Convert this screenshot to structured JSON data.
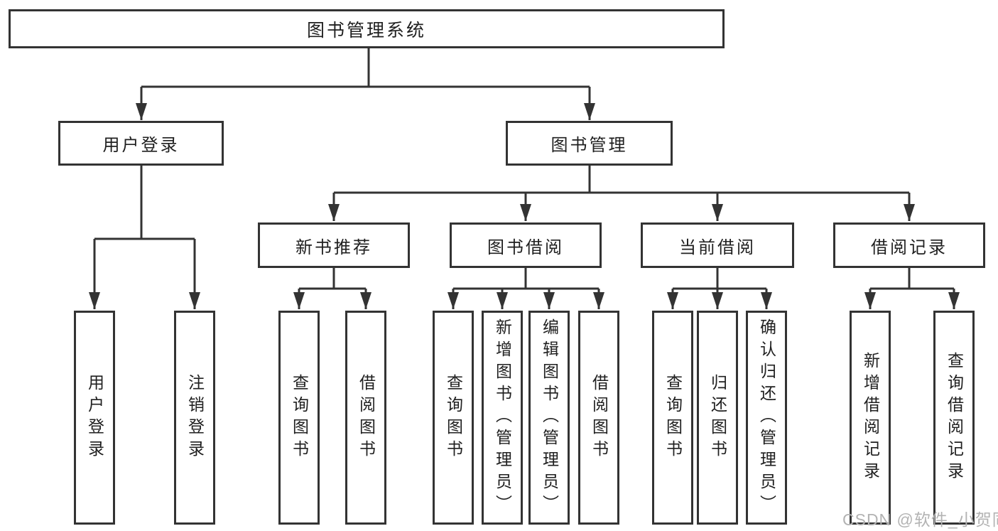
{
  "diagram_title": "图书管理系统",
  "tree": {
    "label": "图书管理系统",
    "children": [
      {
        "label": "用户登录",
        "children": [
          {
            "label": "用户登录"
          },
          {
            "label": "注销登录"
          }
        ]
      },
      {
        "label": "图书管理",
        "children": [
          {
            "label": "新书推荐",
            "children": [
              {
                "label": "查询图书"
              },
              {
                "label": "借阅图书"
              }
            ]
          },
          {
            "label": "图书借阅",
            "children": [
              {
                "label": "查询图书"
              },
              {
                "label": "新增图书（管理员）"
              },
              {
                "label": "编辑图书（管理员）"
              },
              {
                "label": "借阅图书"
              }
            ]
          },
          {
            "label": "当前借阅",
            "children": [
              {
                "label": "查询图书"
              },
              {
                "label": "归还图书"
              },
              {
                "label": "确认归还（管理员）"
              }
            ]
          },
          {
            "label": "借阅记录",
            "children": [
              {
                "label": "新增借阅记录"
              },
              {
                "label": "查询借阅记录"
              }
            ]
          }
        ]
      }
    ]
  },
  "watermark": {
    "text": "CSDN @软件_小贺同学"
  },
  "colors": {
    "line": "#333333",
    "text": "#1f1f1f",
    "background": "#ffffff",
    "watermark": "#b3b3b3"
  }
}
